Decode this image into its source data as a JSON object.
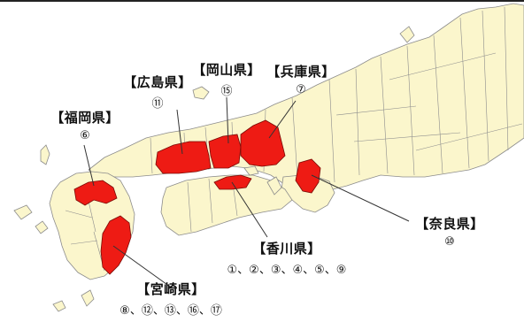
{
  "colors": {
    "land": "#fbf6cc",
    "border": "#8c8c8c",
    "highlight": "#ee1b14",
    "sea": "#ffffff",
    "leader": "#333333"
  },
  "icons": [
    "map-of-western-japan"
  ],
  "labels": {
    "fukuoka": {
      "name": "【福岡県】",
      "nums": "⑥"
    },
    "hiroshima": {
      "name": "【広島県】",
      "nums": "⑪"
    },
    "okayama": {
      "name": "【岡山県】",
      "nums": "⑮"
    },
    "hyogo": {
      "name": "【兵庫県】",
      "nums": "⑦"
    },
    "nara": {
      "name": "【奈良県】",
      "nums": "⑩"
    },
    "kagawa": {
      "name": "【香川県】",
      "nums": "①、②、③、④、⑤、⑨"
    },
    "miyazaki": {
      "name": "【宮崎県】",
      "nums": "⑧、⑫、⑬、⑯、⑰"
    }
  }
}
